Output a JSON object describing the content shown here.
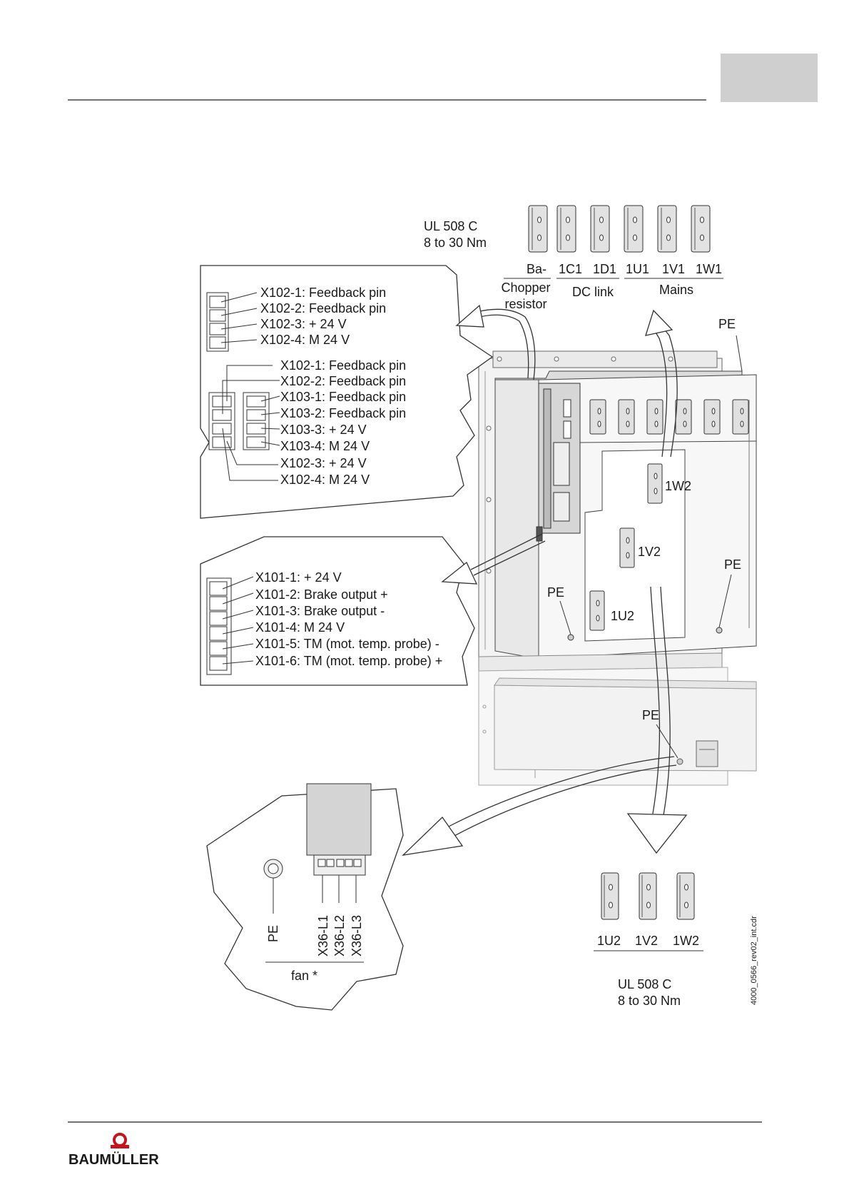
{
  "top_specs": {
    "line1": "UL 508 C",
    "line2": "8 to 30 Nm"
  },
  "top_terminals": {
    "labels": [
      "Ba-",
      "1C1",
      "1D1",
      "1U1",
      "1V1",
      "1W1"
    ],
    "groups": {
      "chopper1": "Chopper",
      "chopper2": "resistor",
      "dclink": "DC link",
      "mains": "Mains"
    }
  },
  "pe_label": "PE",
  "connector_x102": [
    "X102-1: Feedback pin",
    "X102-2: Feedback pin",
    "X102-3: + 24 V",
    "X102-4: M 24 V"
  ],
  "connector_x102_x103": [
    "X102-1: Feedback pin",
    "X102-2: Feedback pin",
    "X103-1: Feedback pin",
    "X103-2: Feedback pin",
    "X103-3: + 24 V",
    "X103-4: M 24 V",
    "X102-3: + 24 V",
    "X102-4: M 24 V"
  ],
  "connector_x101": [
    "X101-1: + 24 V",
    "X101-2: Brake output +",
    "X101-3: Brake output -",
    "X101-4: M 24 V",
    "X101-5: TM (mot. temp. probe) -",
    "X101-6: TM (mot. temp. probe) +"
  ],
  "motor_terminals": {
    "u": "1U2",
    "v": "1V2",
    "w": "1W2"
  },
  "bottom_terminals": {
    "labels": [
      "1U2",
      "1V2",
      "1W2"
    ]
  },
  "fan": {
    "pe": "PE",
    "l1": "X36-L1",
    "l2": "X36-L2",
    "l3": "X36-L3",
    "caption": "fan *"
  },
  "bottom_specs": {
    "line1": "UL 508 C",
    "line2": "8 to 30 Nm"
  },
  "drawing_id": "4000_0566_rev02_int.cdr",
  "logo": {
    "text": "BAUMÜLLER"
  }
}
